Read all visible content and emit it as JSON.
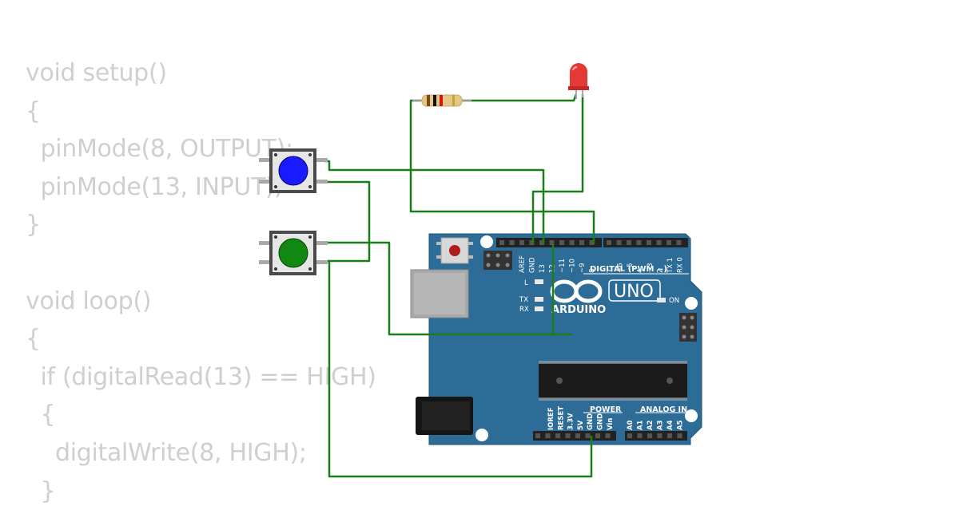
{
  "code_lines": [
    "void setup()",
    "{",
    "  pinMode(8, OUTPUT);",
    "  pinMode(13, INPUT);",
    "}",
    "",
    "void loop()",
    "{",
    "  if (digitalRead(13) == HIGH)",
    "  {",
    "    digitalWrite(8, HIGH);",
    "  }"
  ],
  "board": {
    "logo_text": "ARDUINO",
    "model": "UNO",
    "digital_header_label": "DIGITAL (PWM ~)",
    "power_label": "POWER",
    "analog_label": "ANALOG IN",
    "on_label": "ON",
    "led_l_label": "L",
    "tx_label": "TX",
    "rx_label": "RX",
    "digital_pins": [
      "AREF",
      "GND",
      "13",
      "12",
      "~11",
      "~10",
      "~9",
      "8",
      "7",
      "~6",
      "~5",
      "4",
      "~3",
      "2",
      "TX 1",
      "RX 0"
    ],
    "power_pins": [
      "IOREF",
      "RESET",
      "3.3V",
      "5V",
      "GND",
      "GND",
      "Vin"
    ],
    "analog_pins": [
      "A0",
      "A1",
      "A2",
      "A3",
      "A4",
      "A5"
    ]
  },
  "components": {
    "led_color": "#e53935",
    "button_1_color": "#1a1aff",
    "button_2_color": "#118811",
    "wire_color": "#1a7f1a",
    "board_color": "#2d6c96"
  }
}
